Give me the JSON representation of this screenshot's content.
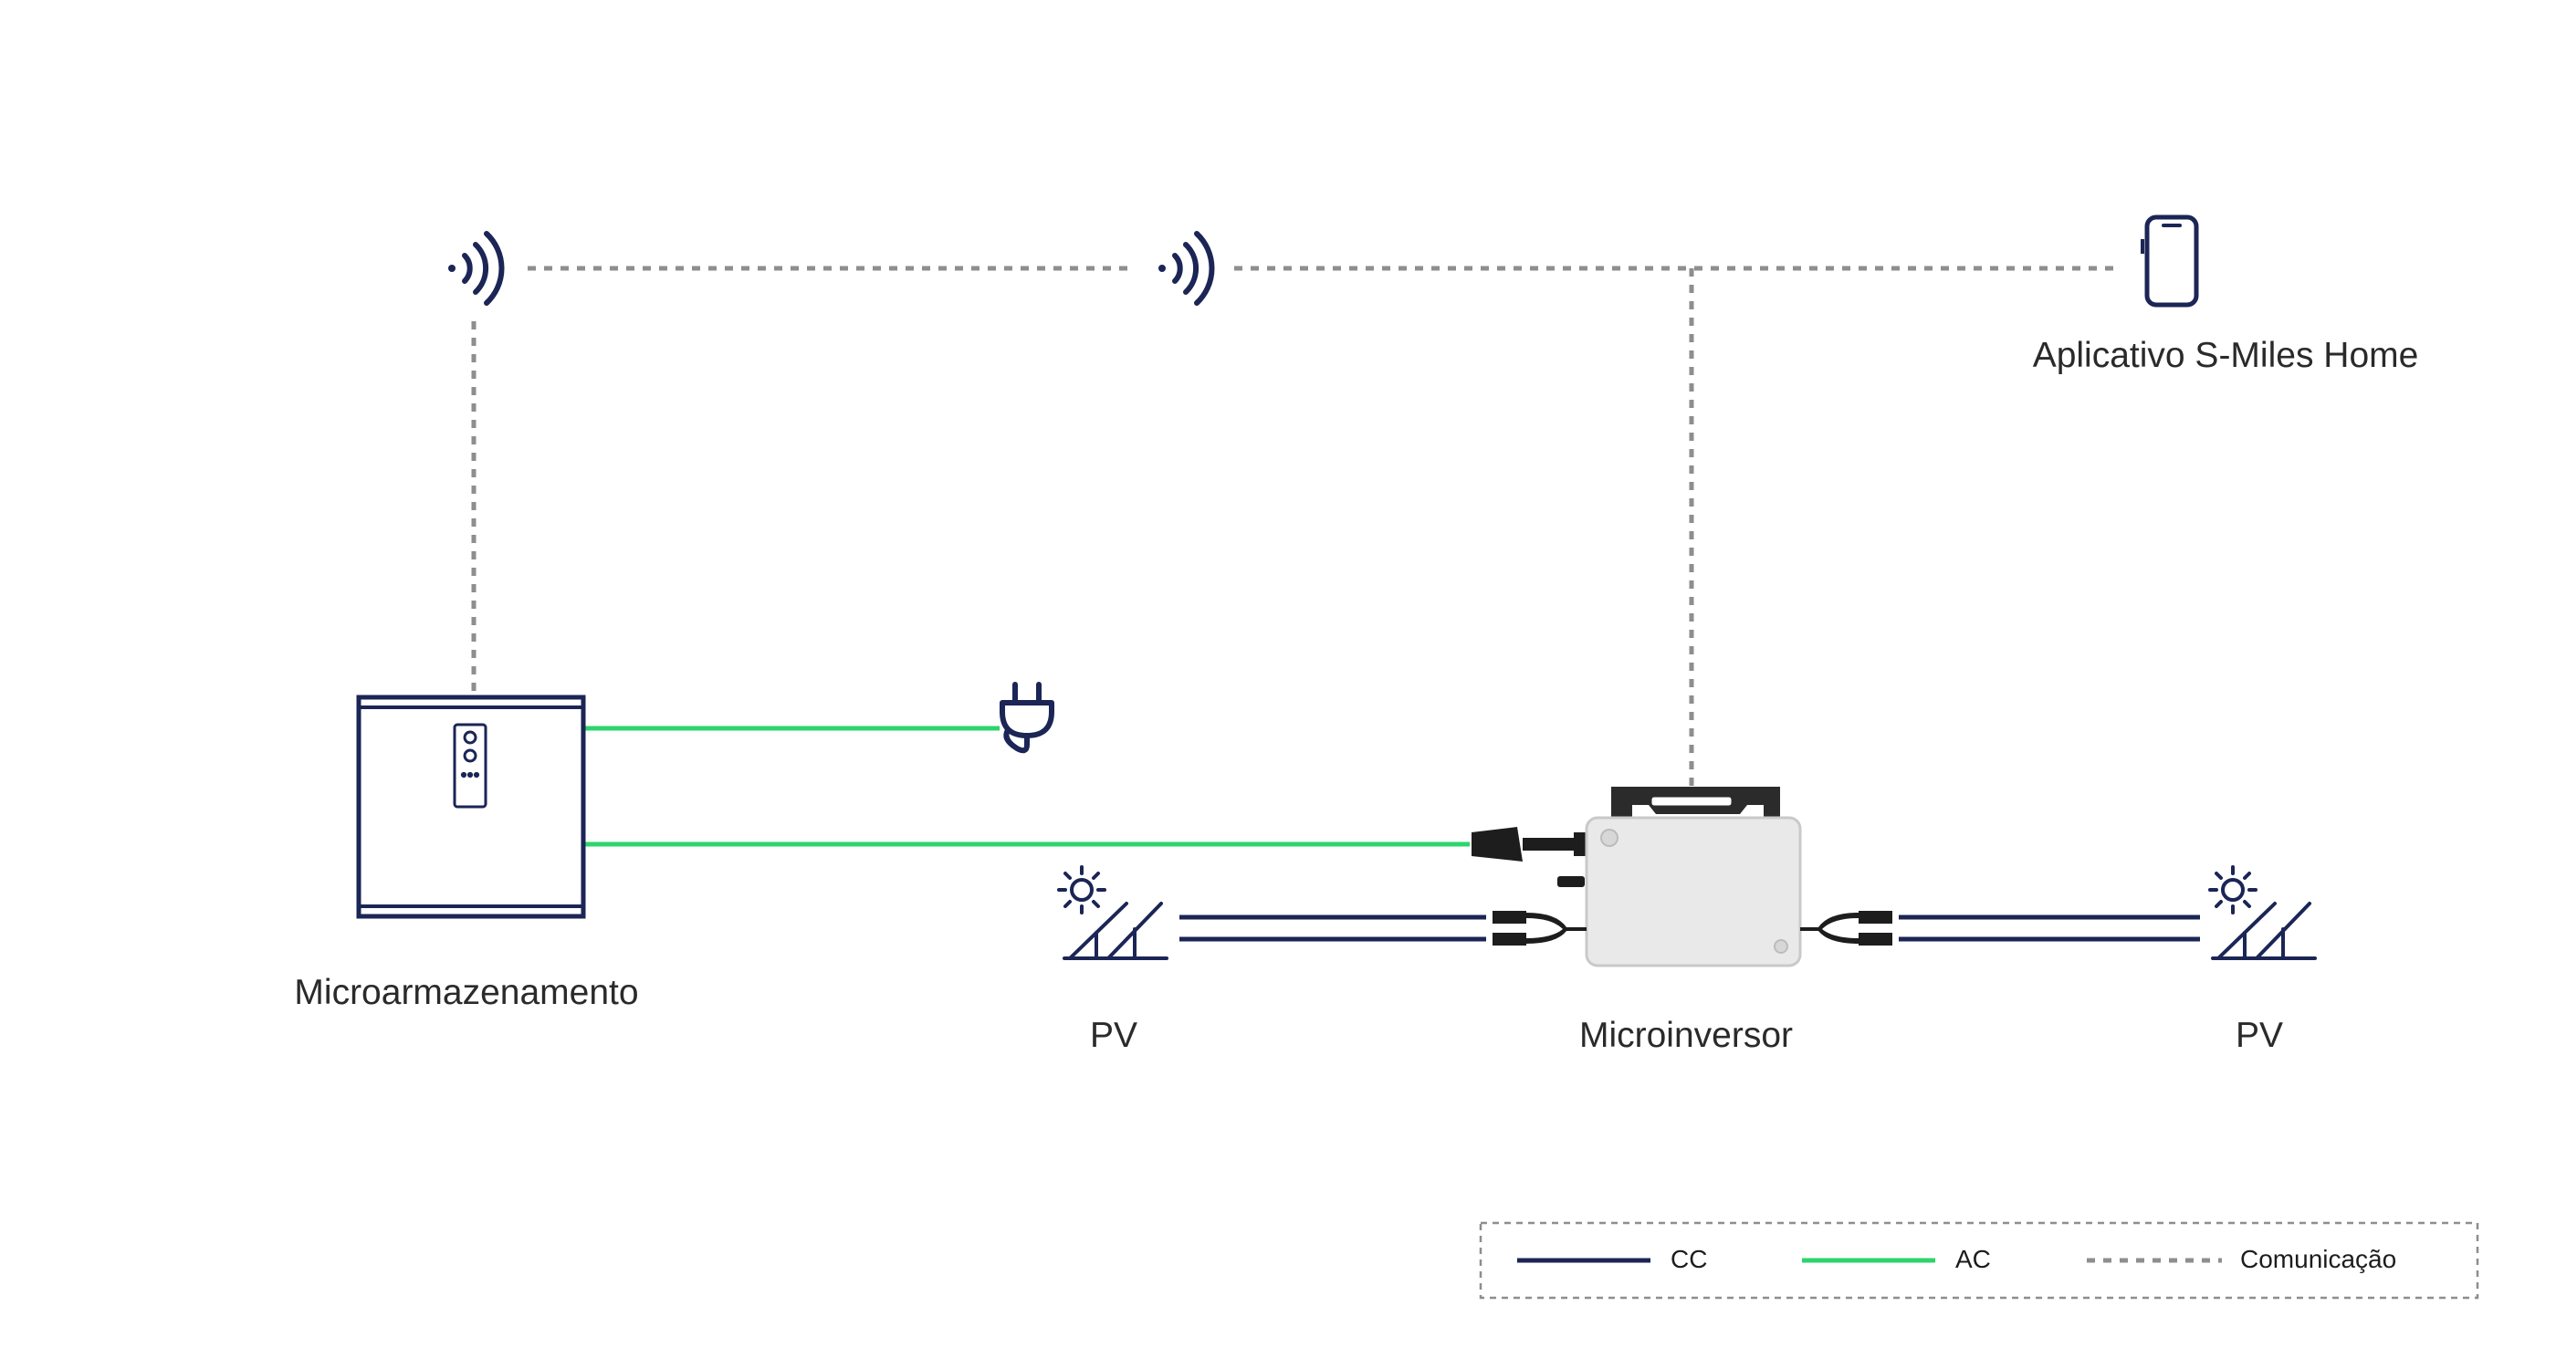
{
  "labels": {
    "storage": "Microarmazenamento",
    "pv_left": "PV",
    "inverter": "Microinversor",
    "pv_right": "PV",
    "app": "Aplicativo S-Miles Home"
  },
  "legend": {
    "dc": "CC",
    "ac": "AC",
    "comm": "Comunicação"
  },
  "colors": {
    "navy": "#1b2556",
    "green": "#2dd46d",
    "dash": "#8e8e8e",
    "device_fill": "#e9e9e9",
    "device_edge": "#c9c9c9",
    "cable": "#2b2b2b"
  },
  "icons": {
    "wifi_left": "wifi-signal-icon",
    "wifi_mid": "wifi-signal-icon",
    "phone": "smartphone-icon",
    "plug": "power-plug-icon",
    "sun_left": "sun-icon",
    "sun_right": "sun-icon",
    "panel_left": "solar-panel-icon",
    "panel_right": "solar-panel-icon"
  }
}
